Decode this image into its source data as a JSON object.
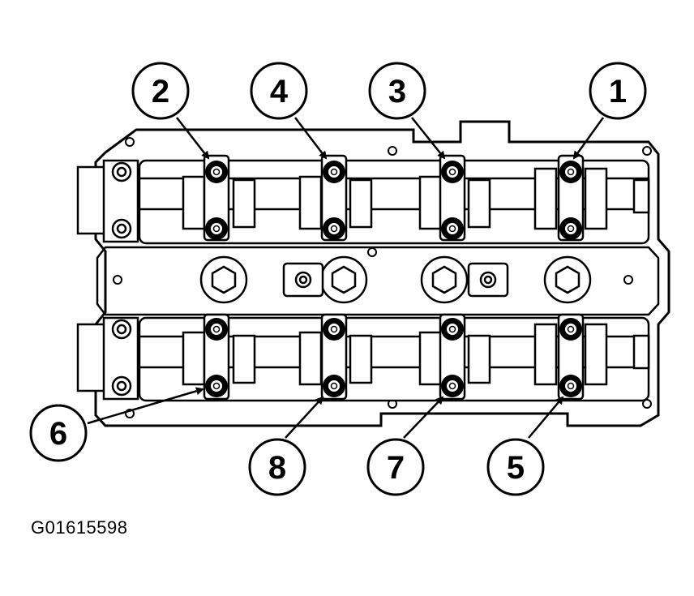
{
  "figure_code": "G01615598",
  "callouts": [
    {
      "label": "2"
    },
    {
      "label": "4"
    },
    {
      "label": "3"
    },
    {
      "label": "1"
    },
    {
      "label": "6"
    },
    {
      "label": "8"
    },
    {
      "label": "7"
    },
    {
      "label": "5"
    }
  ],
  "colors": {
    "ink": "#000000",
    "paper": "#ffffff"
  }
}
